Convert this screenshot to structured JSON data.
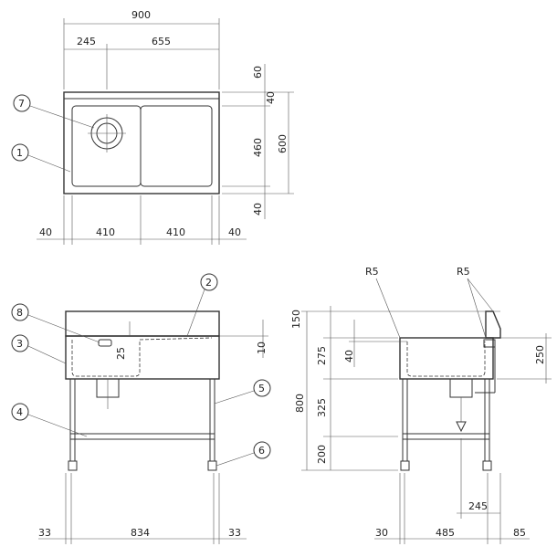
{
  "top_view": {
    "width_total": "900",
    "width_left": "245",
    "width_right": "655",
    "depth_total": "600",
    "depth_back": "60",
    "depth_lip": "40",
    "depth_bowl": "460",
    "depth_front": "40",
    "bottom_left_margin": "40",
    "bowl_width": "410",
    "drainboard_width": "410",
    "bottom_right_margin": "40"
  },
  "front_view": {
    "outer_left": "33",
    "inner_width": "834",
    "outer_right": "33",
    "bowl_offset": "25",
    "slope": "10"
  },
  "side_view": {
    "radius_left": "R5",
    "radius_right": "R5",
    "backsplash": "150",
    "depth_275": "275",
    "inner_40": "40",
    "overall_height": "800",
    "mid_325": "325",
    "leg_200": "200",
    "bowl_250": "250",
    "drain_offset": "245",
    "bottom_30": "30",
    "bottom_485": "485",
    "bottom_85": "85"
  },
  "callouts": [
    "7",
    "1",
    "2",
    "8",
    "3",
    "5",
    "4",
    "6"
  ]
}
